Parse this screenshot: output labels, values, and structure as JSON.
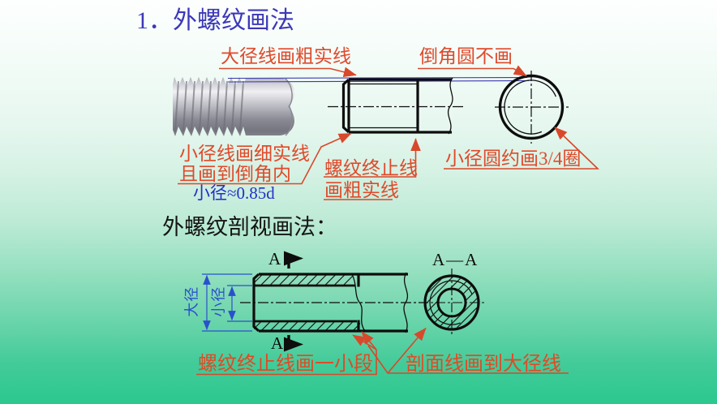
{
  "slide": {
    "title": "1．外螺纹画法",
    "subtitle": "外螺纹剖视画法："
  },
  "top_figure": {
    "label_major_line": "大径线画粗实线",
    "label_chamfer_circle": "倒角圆不画",
    "label_minor_line_1": "小径线画细实线",
    "label_minor_line_2": "且画到倒角内",
    "label_minor_formula": "小径≈0.85d",
    "label_term_line_1": "螺纹终止线",
    "label_term_line_2": "画粗实线",
    "label_minor_circle": "小径圆约画3/4圈"
  },
  "bottom_figure": {
    "label_term_short": "螺纹终止线画一小段",
    "label_hatch_major": "剖面线画到大径线",
    "dim_major": "大径",
    "dim_minor": "小径",
    "cut_marker_top": "A",
    "cut_marker_bottom": "A",
    "section_title": "A—A"
  },
  "colors": {
    "annotation_red": "#e0492a",
    "title_blue": "#3c38b8",
    "formula_blue": "#2330c8",
    "dimension_blue": "#2a50cc",
    "projection_blue": "#3a3aad",
    "background_green": "#2bc88f",
    "line_black": "#0d0d0d"
  }
}
